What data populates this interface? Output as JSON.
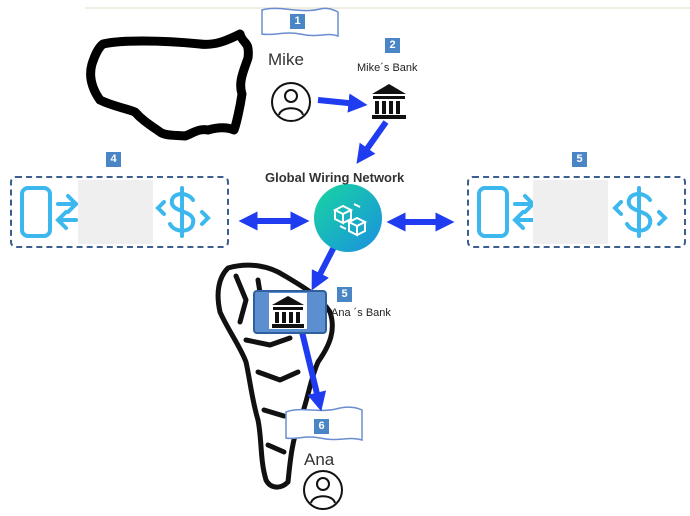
{
  "steps": {
    "mike_flag": "1",
    "mike_bank": "2",
    "left_panel": "4",
    "right_panel": "5",
    "ana_bank": "5",
    "ana_flag": "6"
  },
  "labels": {
    "mike": "Mike",
    "mike_bank": "Mike´s Bank",
    "network": "Global Wiring Network",
    "ana_bank": "Ana ´s Bank",
    "ana": "Ana"
  },
  "icons": {
    "usa_map": "usa-map-outline-icon",
    "south_america_map": "south-america-map-outline-icon",
    "user": "user-avatar-icon",
    "bank": "bank-building-icon",
    "network": "network-blocks-icon",
    "phone_transfer": "phone-transfer-icon",
    "dollar_exchange": "dollar-exchange-icon",
    "flag": "flag-banner-icon"
  },
  "colors": {
    "arrow": "#1f3cf0",
    "badge": "#4a86c5",
    "panel_border": "#3d5f8f",
    "icon_cyan": "#3cb8ee",
    "network_gradient_start": "#18d6a0",
    "network_gradient_end": "#1a8fe0",
    "bank_box": "#5b8fcf"
  }
}
